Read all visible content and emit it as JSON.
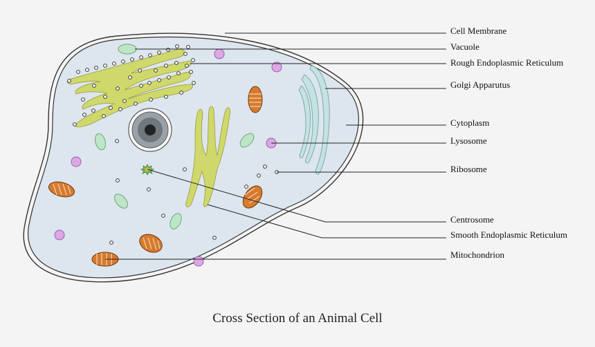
{
  "caption": "Cross Section of an Animal Cell",
  "labels": {
    "cell_membrane": "Cell Membrane",
    "vacuole": "Vacuole",
    "rough_er": "Rough Endoplasmic Reticulum",
    "golgi": "Golgi Apparutus",
    "cytoplasm": "Cytoplasm",
    "lysosome": "Lysosome",
    "ribosome": "Ribosome",
    "centrosome": "Centrosome",
    "smooth_er": "Smooth Endoplasmic Reticulum",
    "mitochondrion": "Mitochondrion"
  },
  "colors": {
    "background": "#f4f4f4",
    "cytoplasm": "#dde5ee",
    "membrane": "#333333",
    "er": "#cfd86a",
    "mitochondrion": "#d77a2e",
    "lysosome": "#dca8e3",
    "vacuole": "#bfe5c8",
    "golgi": "#bfe0e0",
    "nucleus": "#444444"
  }
}
